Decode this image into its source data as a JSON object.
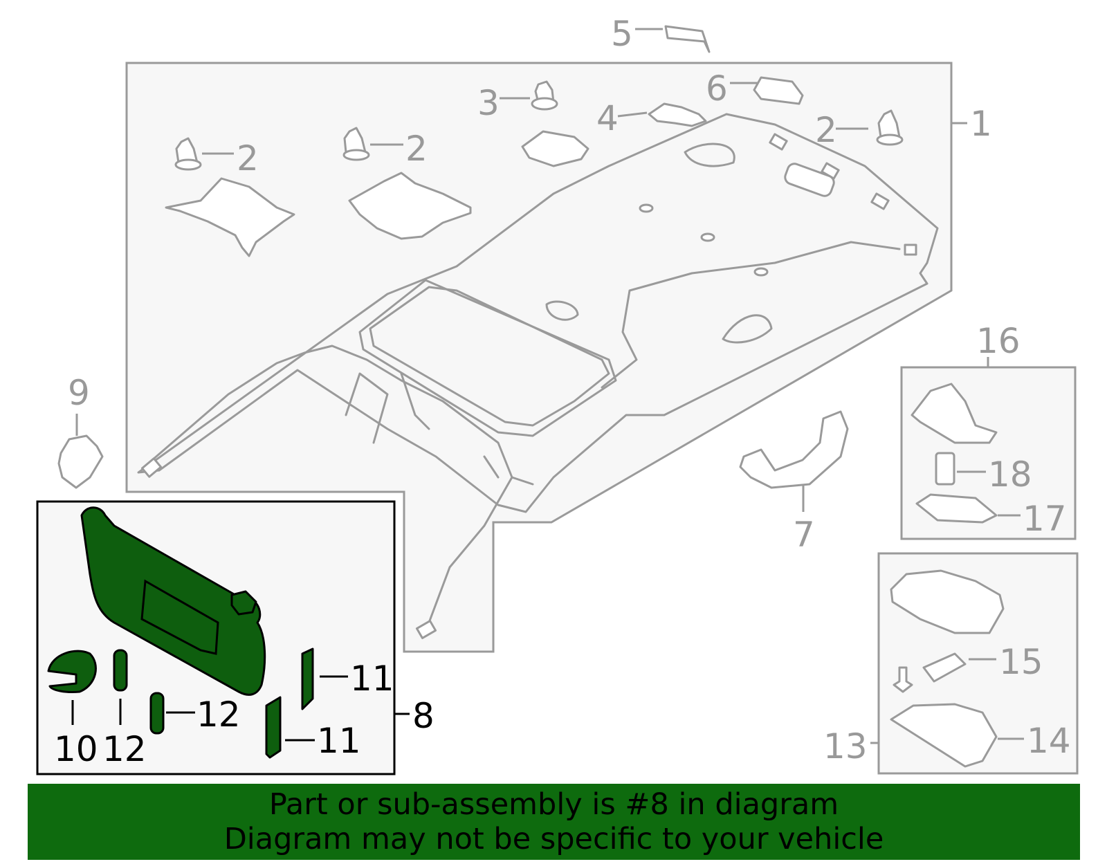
{
  "colors": {
    "highlight": "#0e5e0e",
    "banner": "#0e6b0e",
    "line_gray": "#9a9a9a",
    "panel_fill": "#f7f7f7"
  },
  "callouts": {
    "c1": "1",
    "c2a": "2",
    "c2b": "2",
    "c2c": "2",
    "c3": "3",
    "c4": "4",
    "c5": "5",
    "c6": "6",
    "c7": "7",
    "c8": "8",
    "c9": "9",
    "c10": "10",
    "c11a": "11",
    "c11b": "11",
    "c12a": "12",
    "c12b": "12",
    "c13": "13",
    "c14": "14",
    "c15": "15",
    "c16": "16",
    "c17": "17",
    "c18": "18"
  },
  "banner": {
    "line1": "Part or sub-assembly is #8 in diagram",
    "line2": "Diagram may not be specific to your vehicle"
  }
}
